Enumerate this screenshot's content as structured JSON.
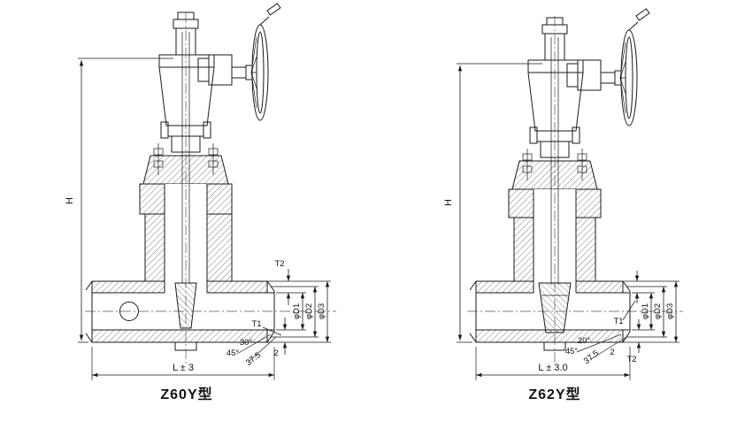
{
  "drawing": {
    "background": "#ffffff",
    "line_color": "#1a1a1a"
  },
  "figures": [
    {
      "caption": "Z60Y型",
      "dims": {
        "h": "H",
        "l": "L ± 3",
        "t1": "T1",
        "t2": "T2",
        "d1": "φD1",
        "d2": "φD2",
        "d3": "φD3",
        "a1": "30°",
        "a2": "45°",
        "bevel": "37.5",
        "land": "2"
      }
    },
    {
      "caption": "Z62Y型",
      "dims": {
        "h": "H",
        "l": "L ± 3.0",
        "t1": "T1",
        "t2": "T2",
        "d1": "φD1",
        "d2": "φD2",
        "d3": "φD3",
        "a1": "20°",
        "a2": "45°",
        "bevel": "37.5",
        "land": "2"
      }
    }
  ]
}
